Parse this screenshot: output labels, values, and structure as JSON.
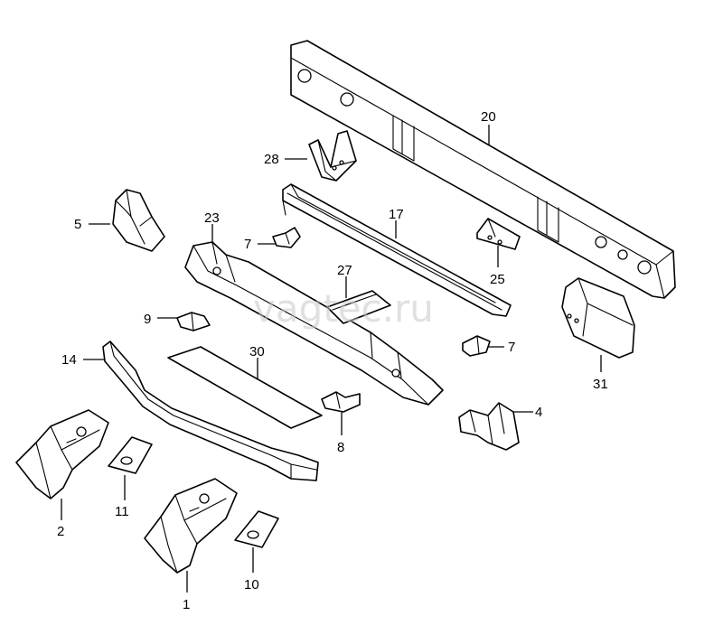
{
  "watermark": "vagtec.ru",
  "callouts": {
    "p1": "1",
    "p2": "2",
    "p4": "4",
    "p5": "5",
    "p7a": "7",
    "p7b": "7",
    "p8": "8",
    "p9": "9",
    "p10": "10",
    "p11": "11",
    "p14": "14",
    "p17": "17",
    "p20": "20",
    "p23": "23",
    "p25": "25",
    "p27": "27",
    "p28": "28",
    "p30": "30",
    "p31": "31"
  }
}
